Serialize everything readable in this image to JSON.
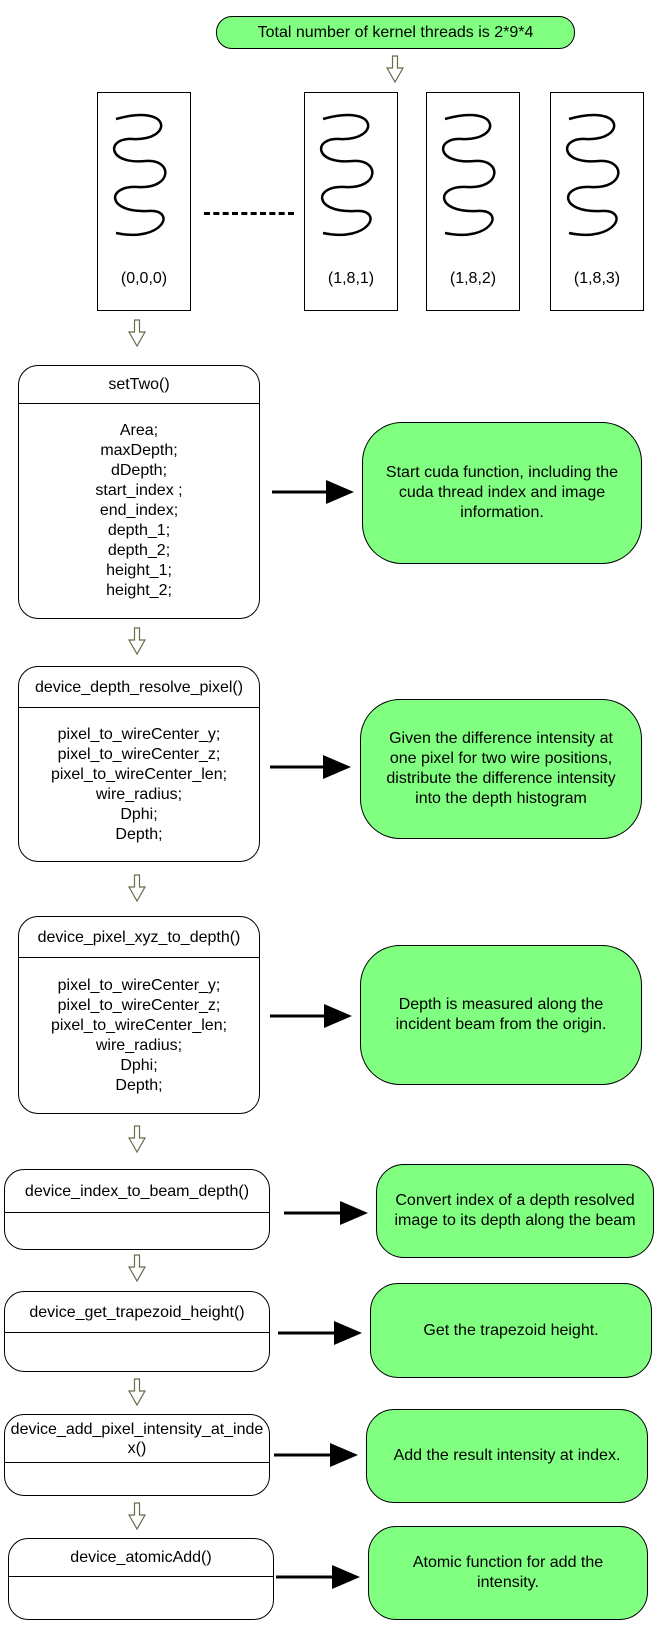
{
  "header": {
    "text": "Total number of kernel threads is 2*9*4"
  },
  "threads": [
    {
      "label": "(0,0,0)"
    },
    {
      "label": "(1,8,1)"
    },
    {
      "label": "(1,8,2)"
    },
    {
      "label": "(1,8,3)"
    }
  ],
  "functions": [
    {
      "name": "setTwo()",
      "vars": [
        "Area;",
        "maxDepth;",
        "dDepth;",
        "start_index ;",
        "end_index;",
        "depth_1;",
        "depth_2;",
        "height_1;",
        "height_2;"
      ],
      "note": "Start cuda function, including the cuda thread index and image information."
    },
    {
      "name": "device_depth_resolve_pixel()",
      "vars": [
        "pixel_to_wireCenter_y;",
        "pixel_to_wireCenter_z;",
        "pixel_to_wireCenter_len;",
        "wire_radius;",
        "Dphi;",
        "Depth;"
      ],
      "note": "Given the difference intensity at one pixel for two wire positions, distribute the difference intensity into the depth histogram"
    },
    {
      "name": "device_pixel_xyz_to_depth()",
      "vars": [
        "pixel_to_wireCenter_y;",
        "pixel_to_wireCenter_z;",
        "pixel_to_wireCenter_len;",
        "wire_radius;",
        "Dphi;",
        "Depth;"
      ],
      "note": "Depth is measured along the incident beam from the origin."
    },
    {
      "name": "device_index_to_beam_depth()",
      "vars": [],
      "note": "Convert index of a depth resolved image to its depth along the beam"
    },
    {
      "name": "device_get_trapezoid_height()",
      "vars": [],
      "note": "Get the trapezoid height."
    },
    {
      "name": "device_add_pixel_intensity_at_index()",
      "vars": [],
      "note": "Add the result intensity at index."
    },
    {
      "name": "device_atomicAdd()",
      "vars": [],
      "note": "Atomic function for add the intensity."
    }
  ]
}
